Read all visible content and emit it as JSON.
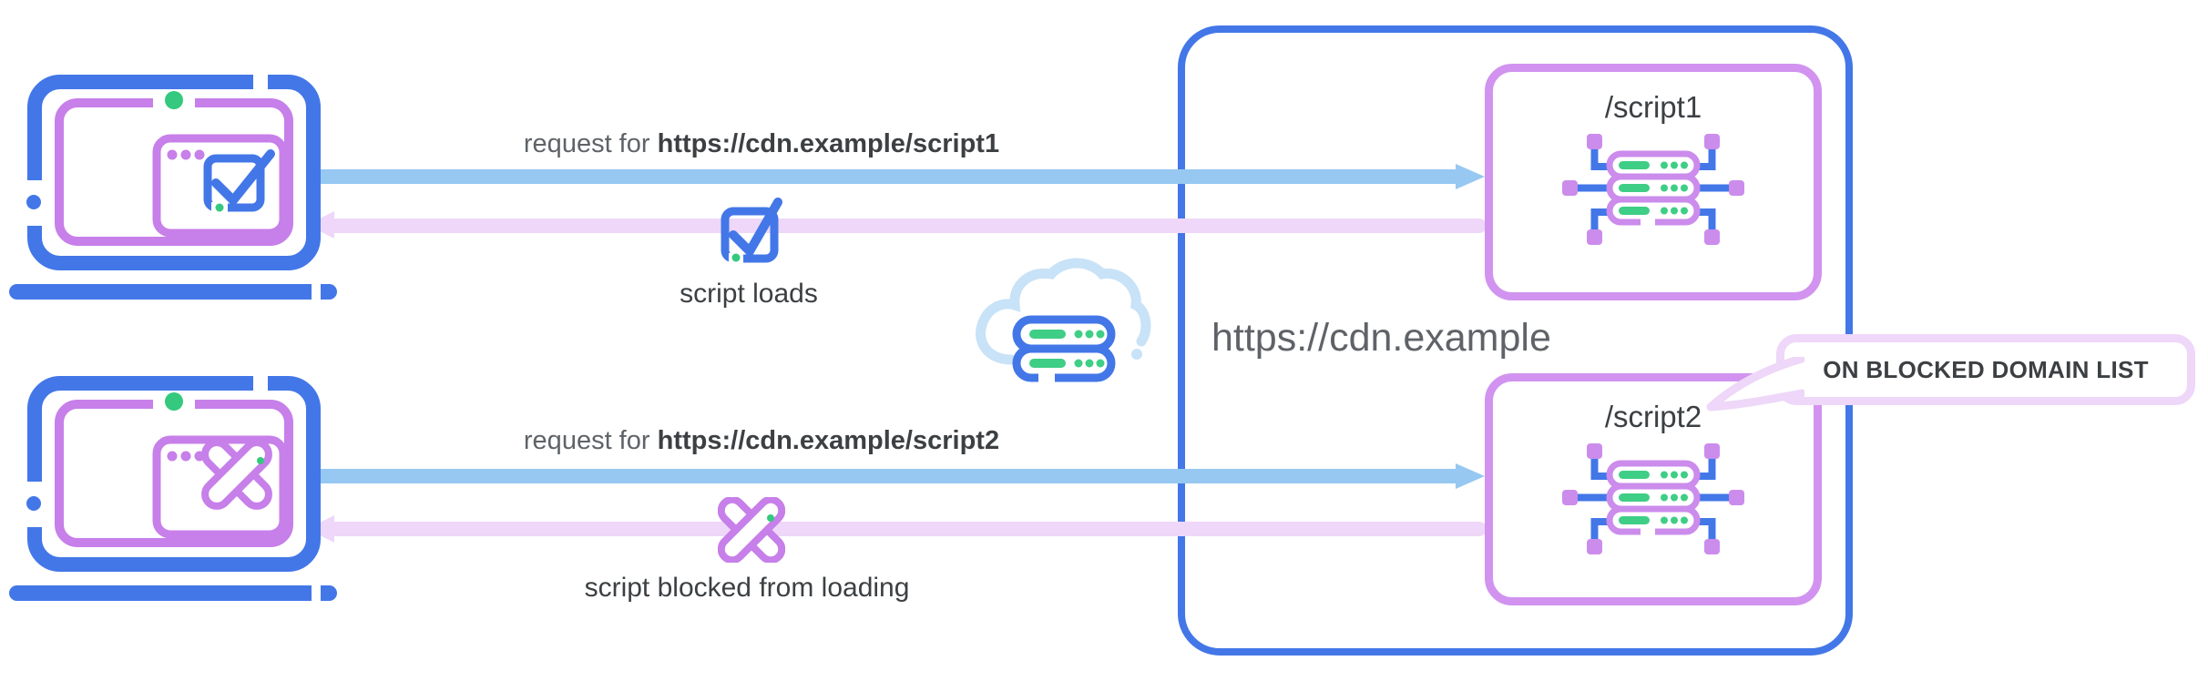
{
  "diagram_title": "CDN script blocking diagram",
  "clients": {
    "allowed": {
      "result_caption": "script loads"
    },
    "blocked": {
      "result_caption": "script blocked from loading"
    }
  },
  "requests": {
    "top": {
      "prefix": "request for",
      "url": "https://cdn.example/script1"
    },
    "bottom": {
      "prefix": "request for",
      "url": "https://cdn.example/script2"
    }
  },
  "cdn": {
    "label": "https://cdn.example",
    "endpoints": [
      {
        "label": "/script1"
      },
      {
        "label": "/script2"
      }
    ],
    "callout": "ON BLOCKED DOMAIN LIST"
  },
  "icons": {
    "client": "laptop-icon",
    "allowed_browser": "check-icon",
    "blocked_browser": "cross-icon",
    "network": "cloud-server-icon",
    "endpoint": "server-network-icon"
  },
  "colors": {
    "blue": "#4377e8",
    "light_blue_arrow": "#96c8f2",
    "pale_blue_cloud": "#c8e2f7",
    "purple": "#c77fe9",
    "box_purple": "#d193ef",
    "pale_purple_arrow": "#eed7f8",
    "green": "#34c97e",
    "text_dark": "#3c4043",
    "text_gray": "#5f6368"
  }
}
